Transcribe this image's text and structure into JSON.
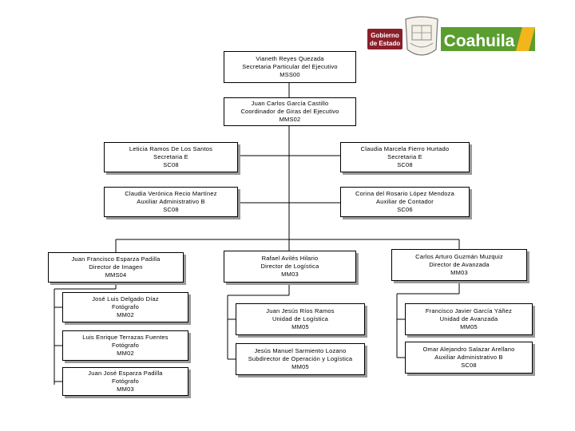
{
  "logo": {
    "gobierno_line1": "Gobierno",
    "gobierno_line2": "de Estado",
    "state_name": "Coahuila",
    "accent_color": "#8a1f2a",
    "secondary_color": "#5a9e2f",
    "highlight_color": "#f2b51c"
  },
  "org": {
    "n1": {
      "name": "Vianeth Reyes Quezada",
      "title": "Secretaria Particular del Ejecutivo",
      "code": "MSS00"
    },
    "n2": {
      "name": "Juan Carlos García Castillo",
      "title": "Coordinador de Giras del Ejecutivo",
      "code": "MMS02"
    },
    "n3": {
      "name": "Leticia Ramos De Los Santos",
      "title": "Secretaria E",
      "code": "SC08"
    },
    "n4": {
      "name": "Claudia Marcela Fierro Hurtado",
      "title": "Secretaria E",
      "code": "SC08"
    },
    "n5": {
      "name": "Claudia Verónica Recio Martínez",
      "title": "Auxiliar Administrativo B",
      "code": "SC08"
    },
    "n6": {
      "name": "Corina del Rosario López Mendoza",
      "title": "Auxiliar de Contador",
      "code": "SC06"
    },
    "n7": {
      "name": "Juan Francisco Esparza Padilla",
      "title": "Director de Imagen",
      "code": "MMS04"
    },
    "n8": {
      "name": "Rafael Avilés Hilario",
      "title": "Director de Logística",
      "code": "MM03"
    },
    "n9": {
      "name": "Carlos Arturo Guzmán Muzquiz",
      "title": "Director de Avanzada",
      "code": "MM03"
    },
    "n10": {
      "name": "José Luis Delgado Díaz",
      "title": "Fotógrafo",
      "code": "MM02"
    },
    "n11": {
      "name": "Luis Enrique Terrazas Fuentes",
      "title": "Fotógrafo",
      "code": "MM02"
    },
    "n12": {
      "name": "Juan José Esparza Padilla",
      "title": "Fotógrafo",
      "code": "MM03"
    },
    "n13": {
      "name": "Juan Jesús Ríos Ramos",
      "title": "Unidad de Logística",
      "code": "MM05"
    },
    "n14": {
      "name": "Jesús Manuel Sarmiento Lozano",
      "title": "Subdirector de Operación y Logística",
      "code": "MM05"
    },
    "n15": {
      "name": "Francisco Javier García Yáñez",
      "title": "Unidad de Avanzada",
      "code": "MM05"
    },
    "n16": {
      "name": "Omar Alejandro Salazar Arellano",
      "title": "Auxiliar Administrativo B",
      "code": "SC08"
    }
  }
}
